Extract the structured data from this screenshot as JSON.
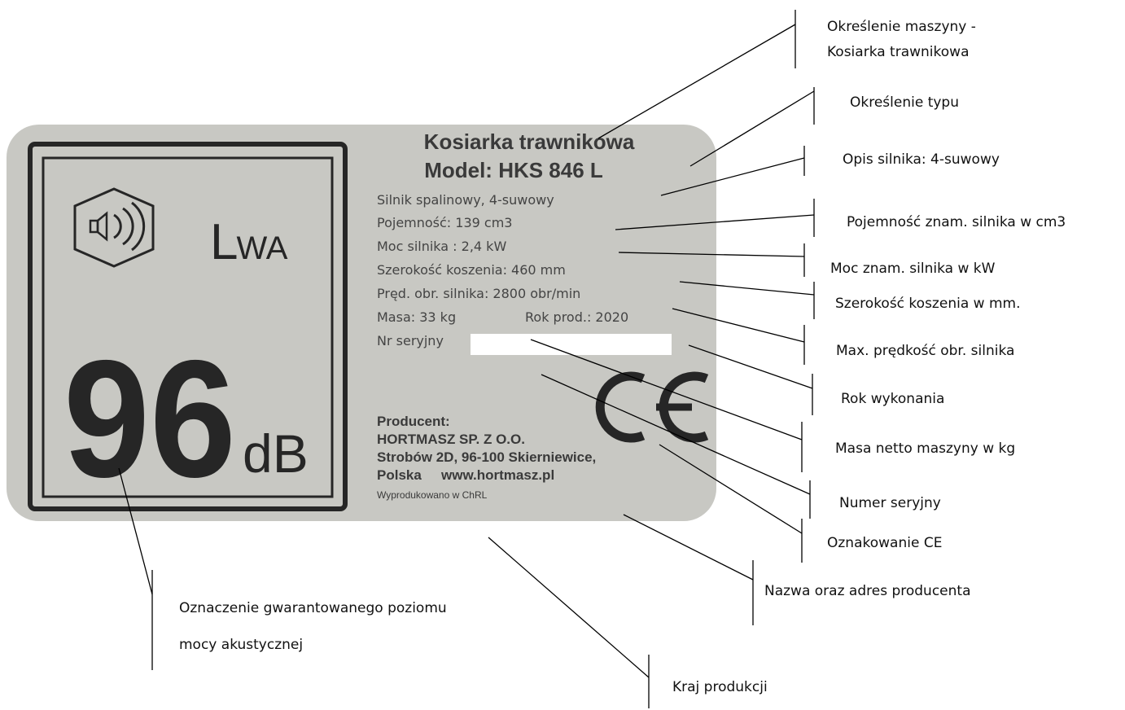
{
  "plate": {
    "title_line1": "Kosiarka trawnikowa",
    "title_line2": "Model: HKS 846 L",
    "specs": {
      "engine": "Silnik spalinowy, 4-suwowy",
      "capacity": "Pojemność: 139 cm3",
      "power": "Moc silnika : 2,4 kW",
      "cutting_width": "Szerokość koszenia: 460 mm",
      "engine_speed": "Pręd. obr. silnika: 2800 obr/min",
      "mass": "Masa: 33 kg",
      "year": "Rok prod.: 2020",
      "serial_label": "Nr seryjny"
    },
    "producer": {
      "label": "Producent:",
      "name": "HORTMASZ SP. Z O.O.",
      "address": "Strobów 2D, 96-100 Skierniewice,",
      "country": "Polska",
      "website": "www.hortmasz.pl"
    },
    "origin": "Wyprodukowano w ChRL",
    "noise": {
      "symbol_main": "L",
      "symbol_sub": "WA",
      "value": "96",
      "unit": "dB"
    },
    "ce_mark": "CE",
    "colors": {
      "plate": "#c8c8c3",
      "ink": "#262626",
      "serial_box": "#ffffff"
    }
  },
  "callouts": {
    "machine_line1": "Określenie maszyny -",
    "machine_line2": "Kosiarka trawnikowa",
    "type": "Określenie typu",
    "engine": "Opis silnika: 4-suwowy",
    "capacity": "Pojemność znam. silnika w cm3",
    "power": "Moc znam. silnika w kW",
    "cutting_width": "Szerokość koszenia w mm.",
    "max_speed": "Max. prędkość obr. silnika",
    "year": "Rok wykonania",
    "mass": "Masa netto maszyny w kg",
    "serial": "Numer seryjny",
    "ce": "Oznakowanie CE",
    "producer": "Nazwa oraz adres producenta",
    "noise_line1": "Oznaczenie gwarantowanego poziomu",
    "noise_line2": "mocy akustycznej",
    "origin": "Kraj produkcji"
  }
}
